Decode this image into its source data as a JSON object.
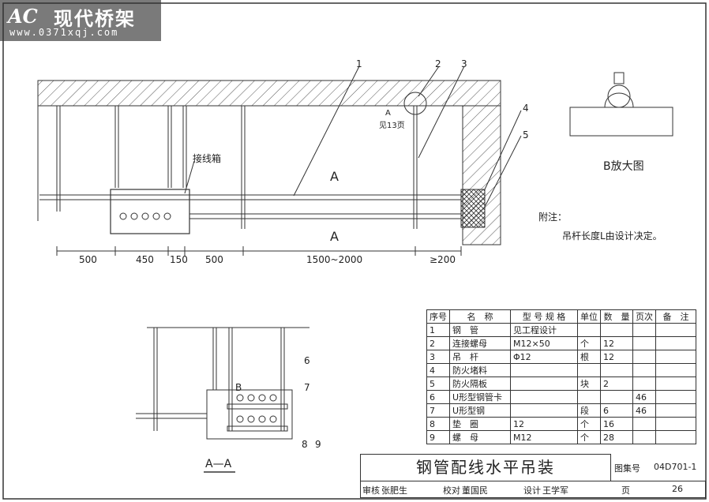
{
  "logo": {
    "brand": "现代桥架",
    "url": "www.0371xqj.com",
    "mark": "AC"
  },
  "main_view": {
    "callouts": [
      "1",
      "2",
      "3",
      "4",
      "5"
    ],
    "junction_box_label": "接线箱",
    "detail_ref_a": "A",
    "detail_ref_note": "见13页",
    "section_mark": "A",
    "dimensions": [
      "500",
      "450",
      "150",
      "500",
      "1500~2000",
      "≥200"
    ]
  },
  "detail_b": {
    "title": "B放大图"
  },
  "notes": {
    "heading": "附注：",
    "text": "吊杆长度L由设计决定。"
  },
  "section_view": {
    "title": "A—A",
    "callouts": [
      "6",
      "7",
      "8",
      "9"
    ],
    "detail_mark": "B"
  },
  "parts_table": {
    "headers": [
      "序号",
      "名　称",
      "型 号 规 格",
      "单位",
      "数　量",
      "页次",
      "备　注"
    ],
    "rows": [
      [
        "1",
        "钢　管",
        "见工程设计",
        "",
        "",
        "",
        ""
      ],
      [
        "2",
        "连接螺母",
        "M12×50",
        "个",
        "12",
        "",
        ""
      ],
      [
        "3",
        "吊　杆",
        "Φ12",
        "根",
        "12",
        "",
        ""
      ],
      [
        "4",
        "防火堵料",
        "",
        "",
        "",
        "",
        ""
      ],
      [
        "5",
        "防火隔板",
        "",
        "块",
        "2",
        "",
        ""
      ],
      [
        "6",
        "U形型钢管卡",
        "",
        "",
        "",
        "46",
        ""
      ],
      [
        "7",
        "U形型钢",
        "",
        "段",
        "6",
        "46",
        ""
      ],
      [
        "8",
        "垫　圈",
        "12",
        "个",
        "16",
        "",
        ""
      ],
      [
        "9",
        "螺　母",
        "M12",
        "个",
        "28",
        "",
        ""
      ]
    ]
  },
  "title_block": {
    "title": "钢管配线水平吊装",
    "atlas_label": "图集号",
    "atlas_no": "04D701-1",
    "page_label": "页",
    "page_no": "26",
    "review_label": "审核",
    "reviewer": "张肥生",
    "check_label": "校对",
    "checker": "董国民",
    "design_label": "设计",
    "designer": "王学军"
  }
}
